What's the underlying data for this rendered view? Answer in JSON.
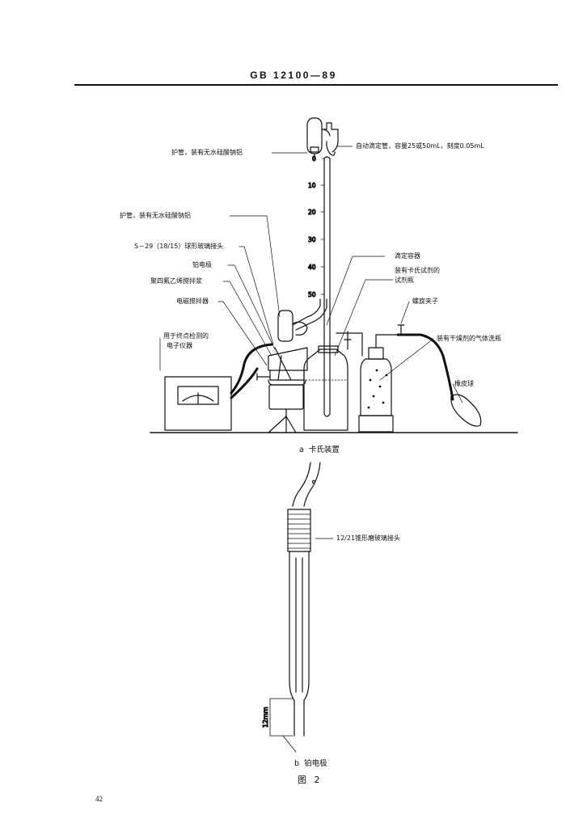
{
  "header": {
    "standard_number": "GB 12100—89"
  },
  "figure_a": {
    "callouts": {
      "guard_tube_top": "护管，装有无水硅酸钠铝",
      "auto_burette": "自动滴定管，容量25或50mL，刻度0.05mL",
      "guard_tube_mid": "护管，装有无水硅酸钠铝",
      "ball_joint": "S－29（18/15）球形玻璃接头",
      "platinum_electrode": "铂电极",
      "ptfe_stirrer": "聚四氟乙烯搅拌浆",
      "magnetic_stirrer": "电磁搅拌器",
      "endpoint_instrument_line1": "用于终点检测的",
      "endpoint_instrument_line2": "电子仪器",
      "titration_vessel": "滴定容器",
      "reagent_bottle_line1": "装有卡氏试剂的",
      "reagent_bottle_line2": "试剂瓶",
      "screw_clamp": "螺旋夹子",
      "gas_washer": "装有干燥剂的气体洗瓶",
      "rubber_bulb": "橡皮球"
    },
    "burette_scale": [
      "0",
      "10",
      "20",
      "30",
      "40",
      "50"
    ],
    "caption_letter": "a",
    "caption": "卡氏装置"
  },
  "figure_b": {
    "callouts": {
      "conical_joint": "12/21锥形磨玻璃接头"
    },
    "dimension": "12mm",
    "caption_letter": "b",
    "caption": "铂电极"
  },
  "figure_title": "图 2",
  "page_number": "42"
}
